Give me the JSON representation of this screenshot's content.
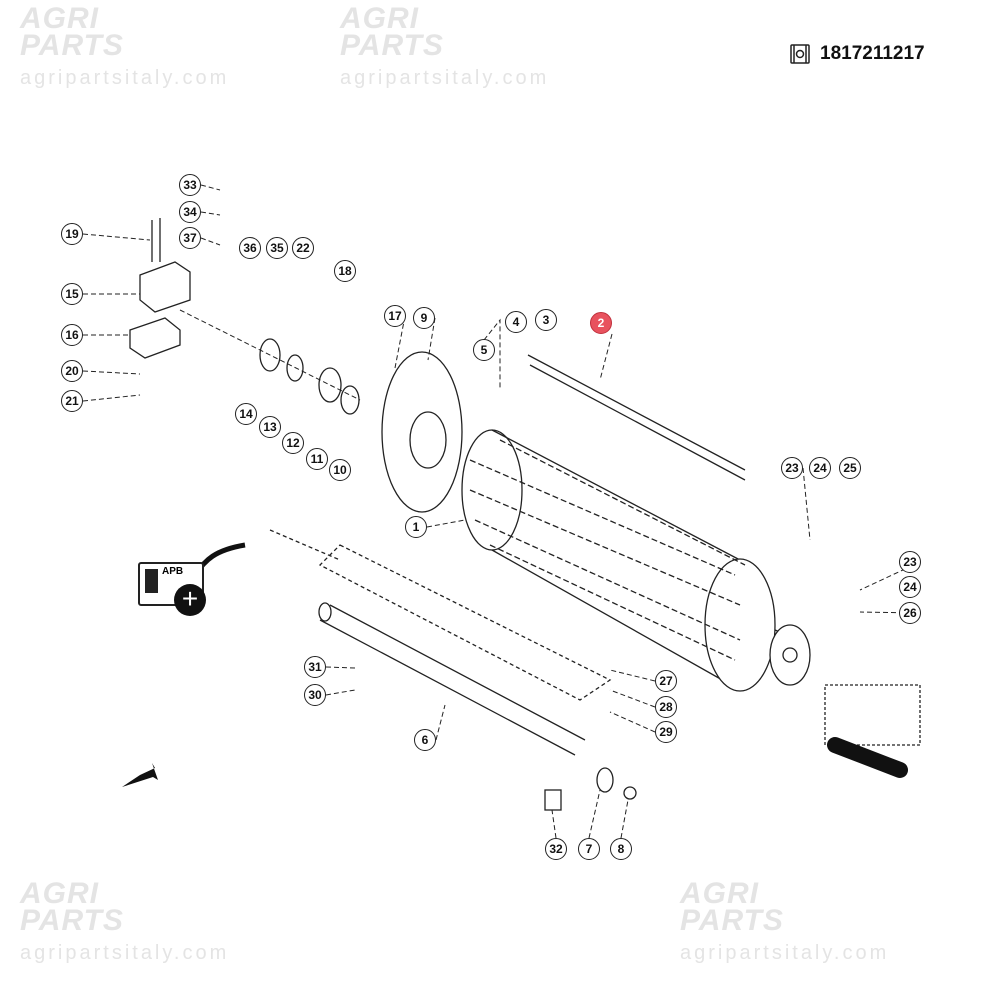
{
  "watermark": {
    "logo_line1": "AGRI",
    "logo_line2": "PARTS",
    "url": "agripartsitaly.com"
  },
  "header": {
    "part_number": "1817211217",
    "icon": "parts-catalog-icon"
  },
  "apb_badge": {
    "label": "APB",
    "icon": "add-plus-icon",
    "plus": "+"
  },
  "callouts": [
    "33",
    "34",
    "19",
    "37",
    "36",
    "35",
    "22",
    "18",
    "15",
    "16",
    "20",
    "21",
    "14",
    "13",
    "12",
    "11",
    "10",
    "17",
    "9",
    "4",
    "3",
    "2",
    "5",
    "1",
    "23",
    "24",
    "25",
    "23",
    "24",
    "26",
    "31",
    "30",
    "27",
    "28",
    "29",
    "6",
    "32",
    "7",
    "8"
  ],
  "highlighted_callout": "2",
  "colors": {
    "highlight": "#e8525e",
    "line": "#222222",
    "watermark": "#ececec"
  }
}
